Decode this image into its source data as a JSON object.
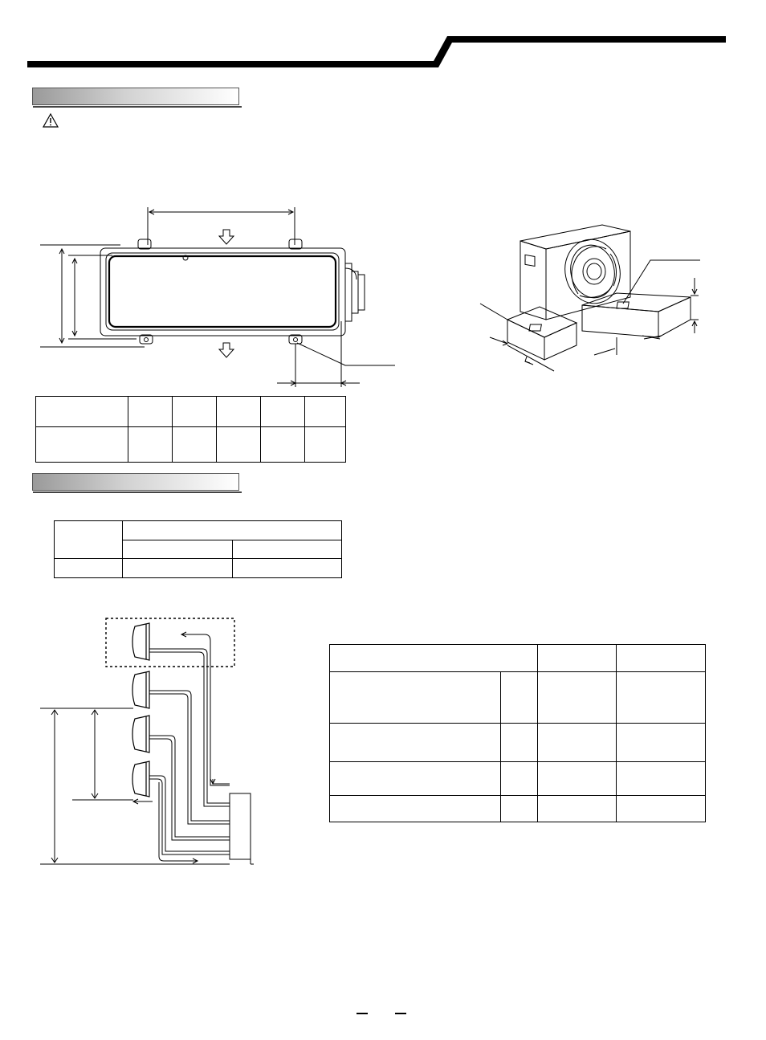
{
  "header": {
    "rule": "top-rule"
  },
  "sections": [
    {
      "id": "install-dimensions"
    },
    {
      "id": "piping"
    }
  ],
  "icons": {
    "warning": "warning-triangle-icon",
    "arrow": "down-arrow-icon"
  },
  "footer": {
    "page_marks": 2
  }
}
